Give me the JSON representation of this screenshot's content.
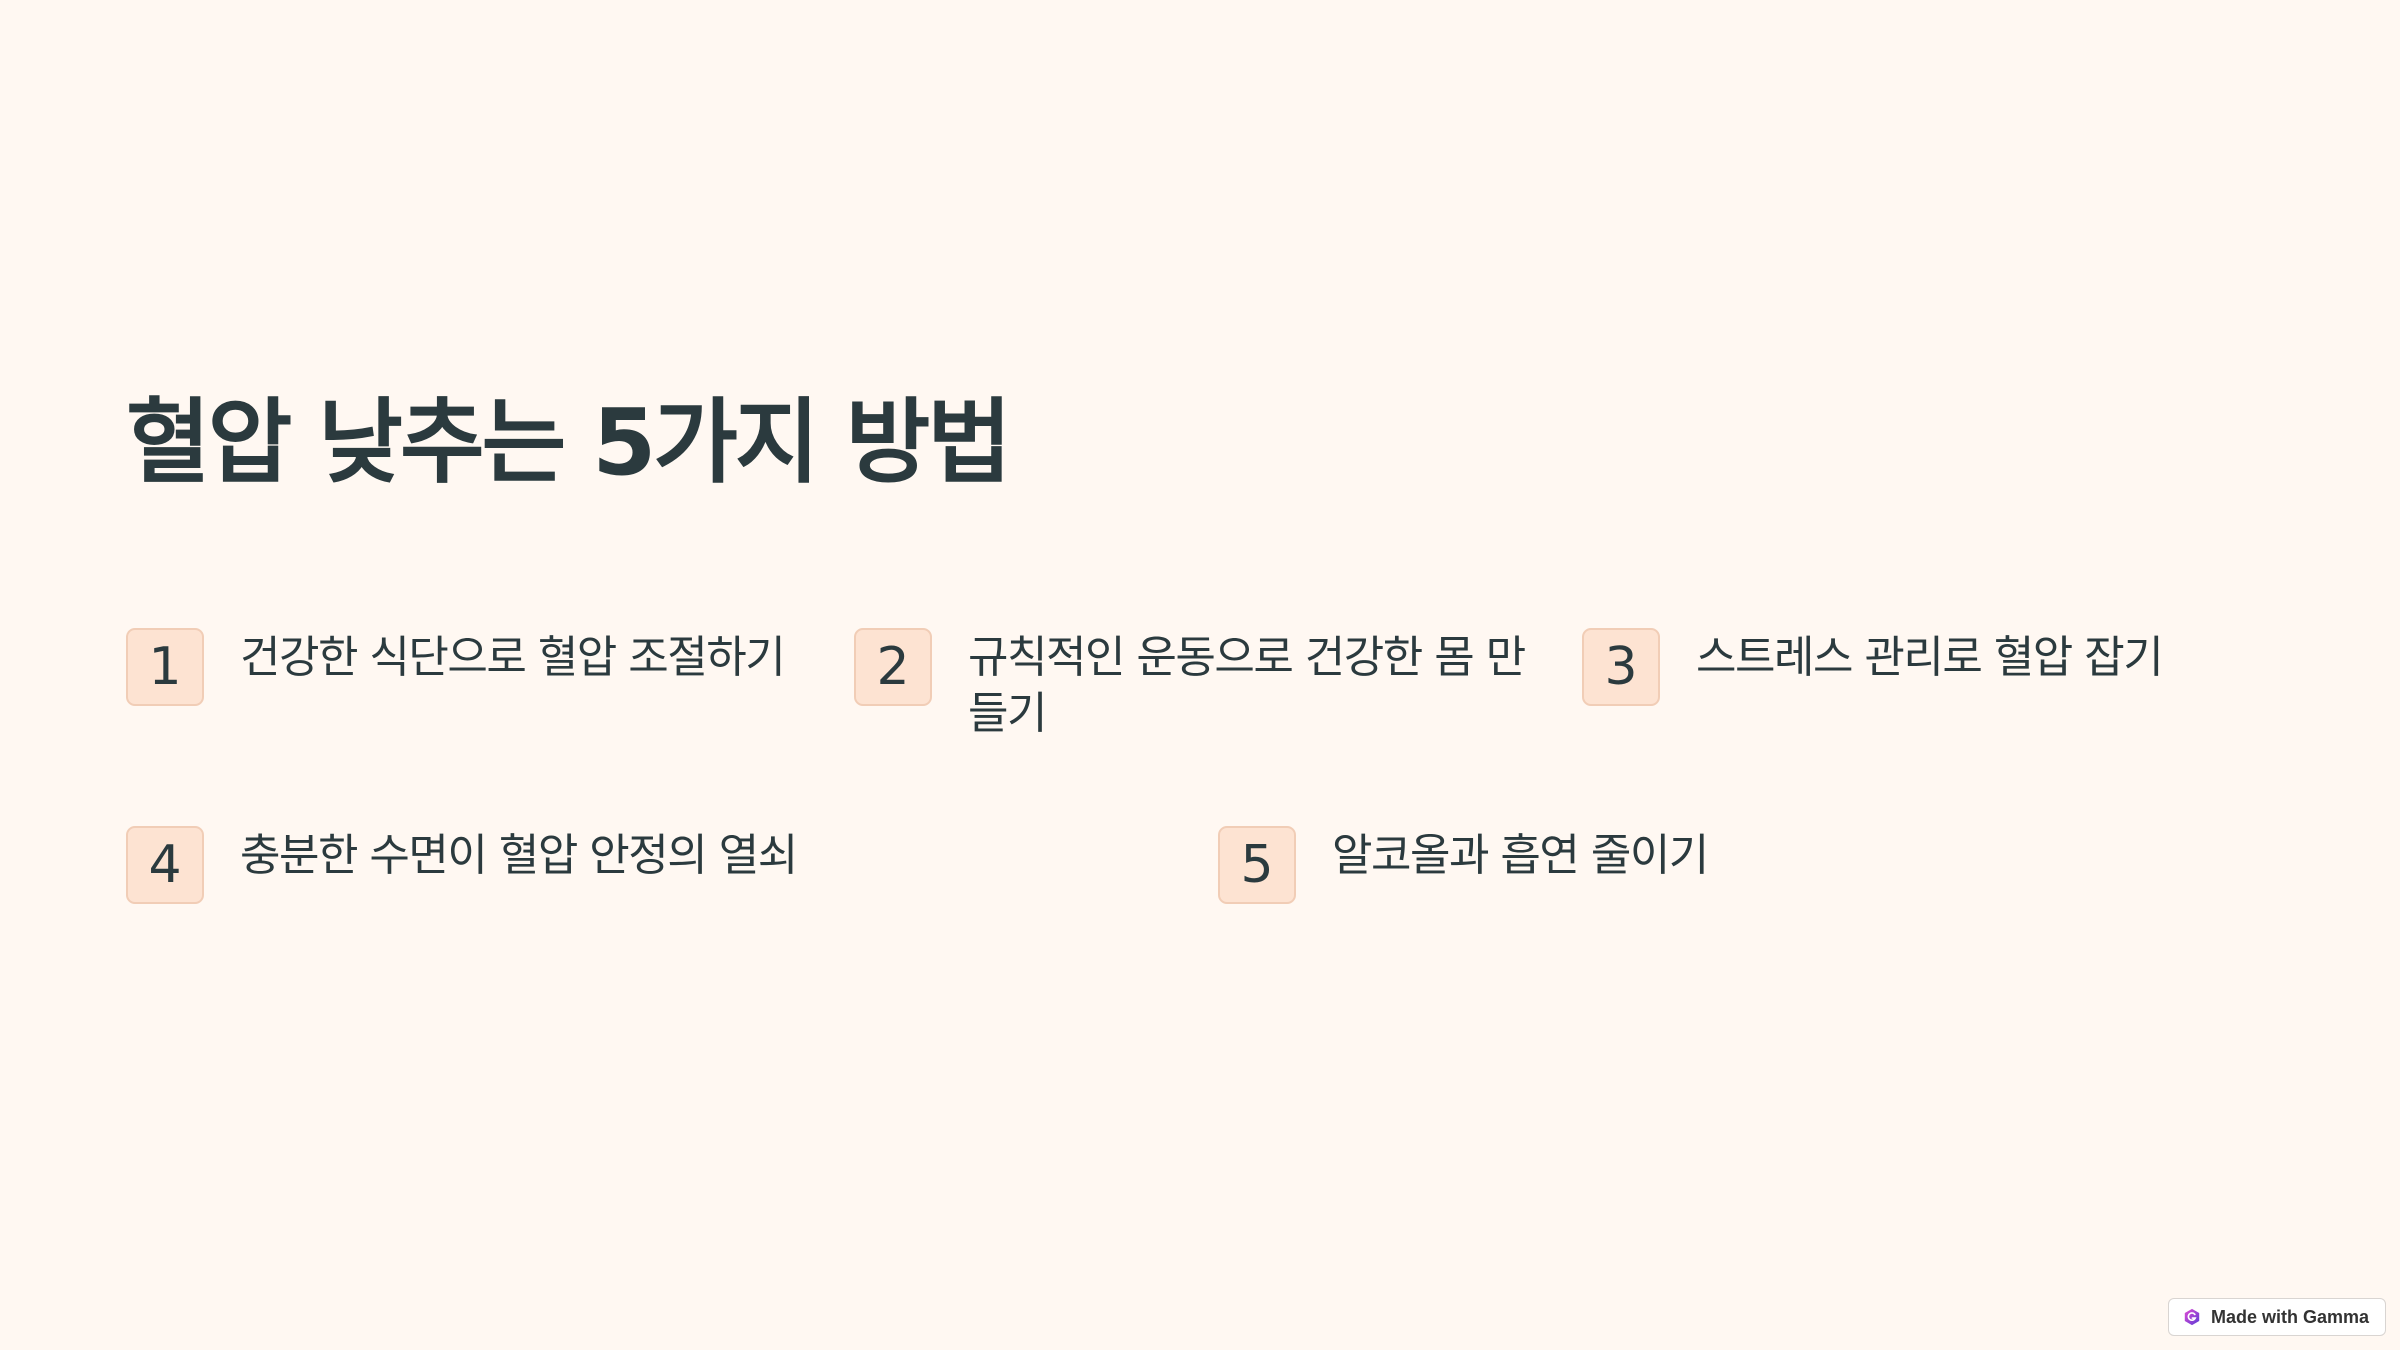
{
  "title": "혈압 낮추는 5가지 방법",
  "items": [
    {
      "number": "1",
      "label": "건강한 식단으로 혈압 조절하기"
    },
    {
      "number": "2",
      "label": "규칙적인 운동으로 건강한 몸 만들기"
    },
    {
      "number": "3",
      "label": "스트레스 관리로 혈압 잡기"
    },
    {
      "number": "4",
      "label": "충분한 수면이 혈압 안정의 열쇠"
    },
    {
      "number": "5",
      "label": "알코올과 흡연 줄이기"
    }
  ],
  "footer_badge": {
    "label": "Made with Gamma",
    "icon": "gamma-logo-icon"
  },
  "colors": {
    "background": "#fff8f2",
    "text": "#2b3a3e",
    "badge_fill": "#fde3d2",
    "badge_border": "#f1cdb6"
  }
}
